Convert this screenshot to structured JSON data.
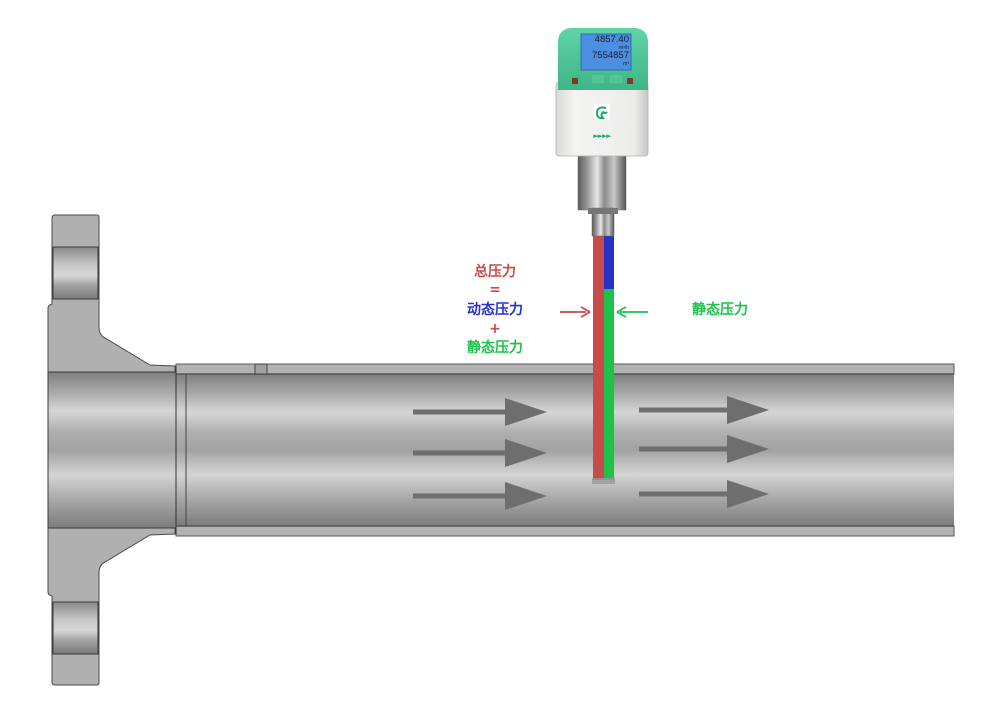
{
  "diagram": {
    "title": "Pitot probe flow sensor in pipe — pressure principle",
    "colors": {
      "total_pressure": "#c94a4a",
      "dynamic_pressure": "#2832c8",
      "static_pressure": "#1ec24a",
      "pipe": "#a8a8a8",
      "flow_arrow": "#6e6e6e",
      "sensor_housing": "#4ecb9a",
      "lcd": "#4c8fe0"
    },
    "formula": {
      "total": "总压力",
      "equals": "=",
      "dynamic": "动态压力",
      "plus": "+",
      "static": "静态压力"
    },
    "static_label": "静态压力",
    "sensor": {
      "flow_value": "4857.40",
      "flow_unit": "m³/h",
      "total_value": "7554857",
      "total_unit": "m³",
      "logo_icon": "cs-logo-icon",
      "indicator": "►►►►"
    },
    "flow_arrows": {
      "left_count": 3,
      "right_count": 3,
      "direction": "right"
    }
  }
}
